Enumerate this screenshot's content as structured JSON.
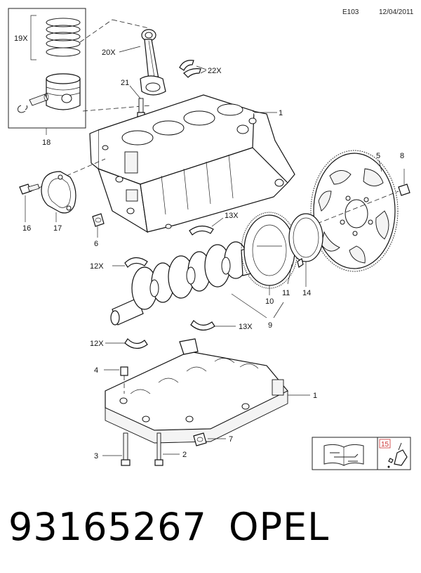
{
  "header": {
    "code": "E103",
    "date": "12/04/2011"
  },
  "callouts": [
    {
      "id": "19",
      "text": "19X"
    },
    {
      "id": "18",
      "text": "18"
    },
    {
      "id": "20",
      "text": "20X"
    },
    {
      "id": "21",
      "text": "21"
    },
    {
      "id": "22",
      "text": "22X"
    },
    {
      "id": "1a",
      "text": "1"
    },
    {
      "id": "16",
      "text": "16"
    },
    {
      "id": "17",
      "text": "17"
    },
    {
      "id": "6",
      "text": "6"
    },
    {
      "id": "5",
      "text": "5"
    },
    {
      "id": "8",
      "text": "8"
    },
    {
      "id": "13a",
      "text": "13X"
    },
    {
      "id": "12a",
      "text": "12X"
    },
    {
      "id": "11",
      "text": "11"
    },
    {
      "id": "14",
      "text": "14"
    },
    {
      "id": "10",
      "text": "10"
    },
    {
      "id": "9",
      "text": "9"
    },
    {
      "id": "13b",
      "text": "13X"
    },
    {
      "id": "12b",
      "text": "12X"
    },
    {
      "id": "4",
      "text": "4"
    },
    {
      "id": "1b",
      "text": "1"
    },
    {
      "id": "7",
      "text": "7"
    },
    {
      "id": "3",
      "text": "3"
    },
    {
      "id": "2",
      "text": "2"
    }
  ],
  "info_box": {
    "ref": "15",
    "manual_icon": "service-manual-icon",
    "tool_icon": "oil-can-icon"
  },
  "footer": {
    "part_number": "93165267",
    "brand": "OPEL"
  }
}
